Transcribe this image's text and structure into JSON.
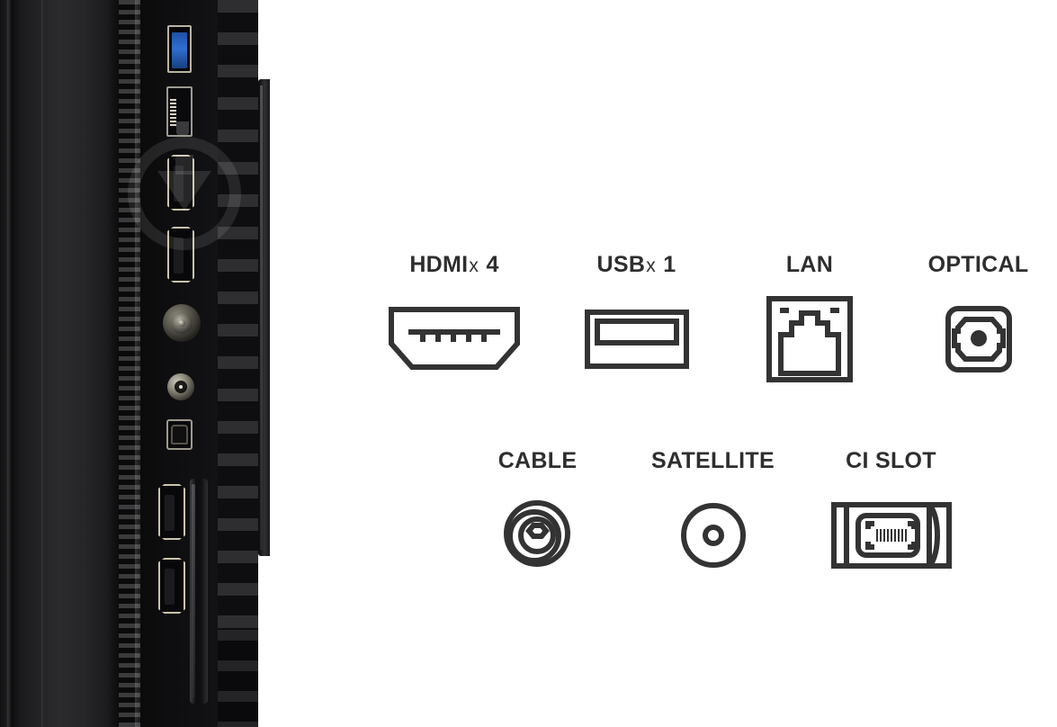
{
  "page": {
    "title": "TV rear connection panel specification",
    "background_color": "#ffffff",
    "label_color": "#2e2e2e",
    "icon_stroke_color": "#333333"
  },
  "product_photo": {
    "name": "tv-rear-panel-photo",
    "description": "Close-up of a black television side/rear connector panel",
    "connectors": [
      {
        "name": "usb-3-port",
        "label": "USB 3.0",
        "accent_color": "#2f6fd0"
      },
      {
        "name": "lan-port",
        "label": "LAN"
      },
      {
        "name": "hdmi-port-1",
        "label": "HDMI"
      },
      {
        "name": "hdmi-port-2",
        "label": "HDMI"
      },
      {
        "name": "cable-coax-port",
        "label": "CABLE"
      },
      {
        "name": "satellite-f-port",
        "label": "SATELLITE"
      },
      {
        "name": "optical-port",
        "label": "OPTICAL"
      },
      {
        "name": "hdmi-port-3",
        "label": "HDMI"
      },
      {
        "name": "hdmi-port-4",
        "label": "HDMI"
      },
      {
        "name": "ci-slot",
        "label": "CI SLOT"
      }
    ]
  },
  "watermarks": [
    {
      "name": "watermark-over-photo",
      "shape": "circle-with-down-arrow",
      "color": "rgba(255,255,255,0.11)"
    },
    {
      "name": "watermark-over-icons",
      "shape": "circle-with-down-arrow",
      "color": "rgba(0,0,0,0.06)"
    }
  ],
  "spec_rows": [
    {
      "row": 1,
      "items": [
        {
          "id": "hdmi",
          "label": "HDMI",
          "multiplier": "x",
          "count": "4",
          "icon": "hdmi-icon"
        },
        {
          "id": "usb",
          "label": "USB",
          "multiplier": "x",
          "count": "1",
          "icon": "usb-icon"
        },
        {
          "id": "lan",
          "label": "LAN",
          "multiplier": "",
          "count": "",
          "icon": "lan-icon"
        },
        {
          "id": "optical",
          "label": "OPTICAL",
          "multiplier": "",
          "count": "",
          "icon": "optical-icon"
        }
      ]
    },
    {
      "row": 2,
      "items": [
        {
          "id": "cable",
          "label": "CABLE",
          "multiplier": "",
          "count": "",
          "icon": "cable-coax-icon"
        },
        {
          "id": "satellite",
          "label": "SATELLITE",
          "multiplier": "",
          "count": "",
          "icon": "satellite-icon"
        },
        {
          "id": "cislot",
          "label": "CI SLOT",
          "multiplier": "",
          "count": "",
          "icon": "ci-slot-icon"
        }
      ]
    }
  ]
}
